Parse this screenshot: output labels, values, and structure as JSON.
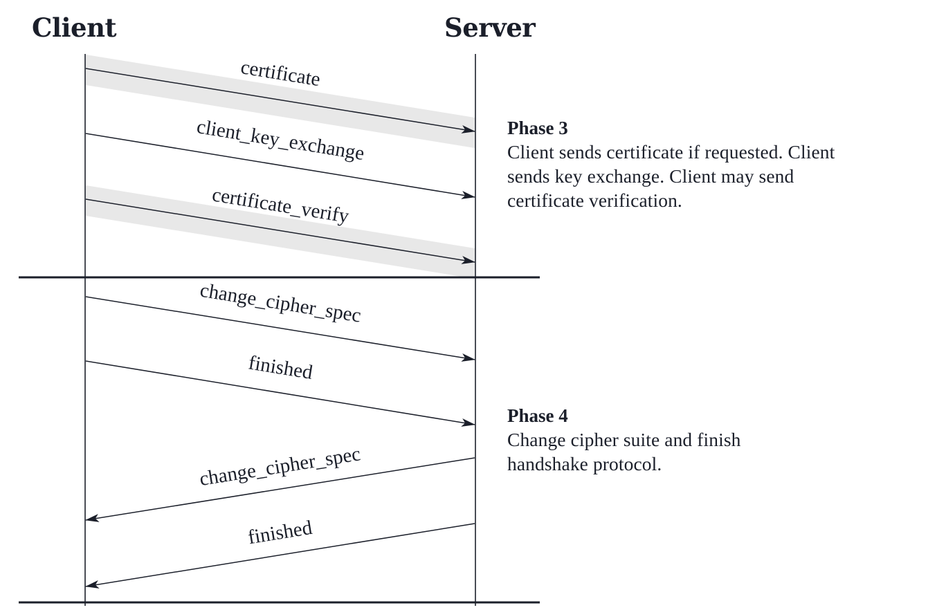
{
  "parties": {
    "client": "Client",
    "server": "Server"
  },
  "messages": [
    {
      "label": "certificate",
      "direction": "client-to-server",
      "phase": 3,
      "highlighted": true
    },
    {
      "label": "client_key_exchange",
      "direction": "client-to-server",
      "phase": 3,
      "highlighted": false
    },
    {
      "label": "certificate_verify",
      "direction": "client-to-server",
      "phase": 3,
      "highlighted": true
    },
    {
      "label": "change_cipher_spec",
      "direction": "client-to-server",
      "phase": 4,
      "highlighted": false
    },
    {
      "label": "finished",
      "direction": "client-to-server",
      "phase": 4,
      "highlighted": false
    },
    {
      "label": "change_cipher_spec",
      "direction": "server-to-client",
      "phase": 4,
      "highlighted": false
    },
    {
      "label": "finished",
      "direction": "server-to-client",
      "phase": 4,
      "highlighted": false
    }
  ],
  "phases": {
    "phase3": {
      "title": "Phase 3",
      "lines": [
        "Client sends certificate if requested. Client",
        "sends key exchange. Client may send",
        "certificate verification."
      ]
    },
    "phase4": {
      "title": "Phase 4",
      "lines": [
        "Change cipher suite and finish",
        "handshake protocol."
      ]
    }
  },
  "colors": {
    "line": "#1b1f2a",
    "highlight": "#e8e8e8",
    "text": "#1b1f2a"
  }
}
